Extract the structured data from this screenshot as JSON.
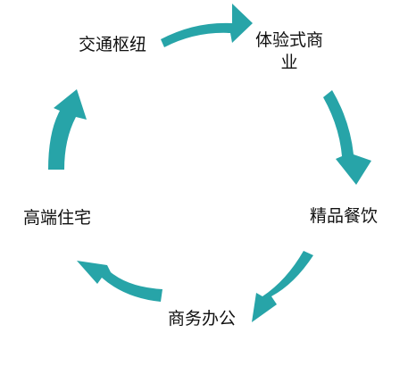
{
  "diagram": {
    "type": "cycle",
    "arrow_color": "#27a4a8",
    "nodes": [
      {
        "id": "transport",
        "label": "交通枢纽"
      },
      {
        "id": "experience",
        "label": "体验式商业"
      },
      {
        "id": "dining",
        "label": "精品餐饮"
      },
      {
        "id": "office",
        "label": "商务办公"
      },
      {
        "id": "residence",
        "label": "高端住宅"
      }
    ],
    "flow": [
      "transport",
      "experience",
      "dining",
      "office",
      "residence",
      "transport"
    ]
  }
}
